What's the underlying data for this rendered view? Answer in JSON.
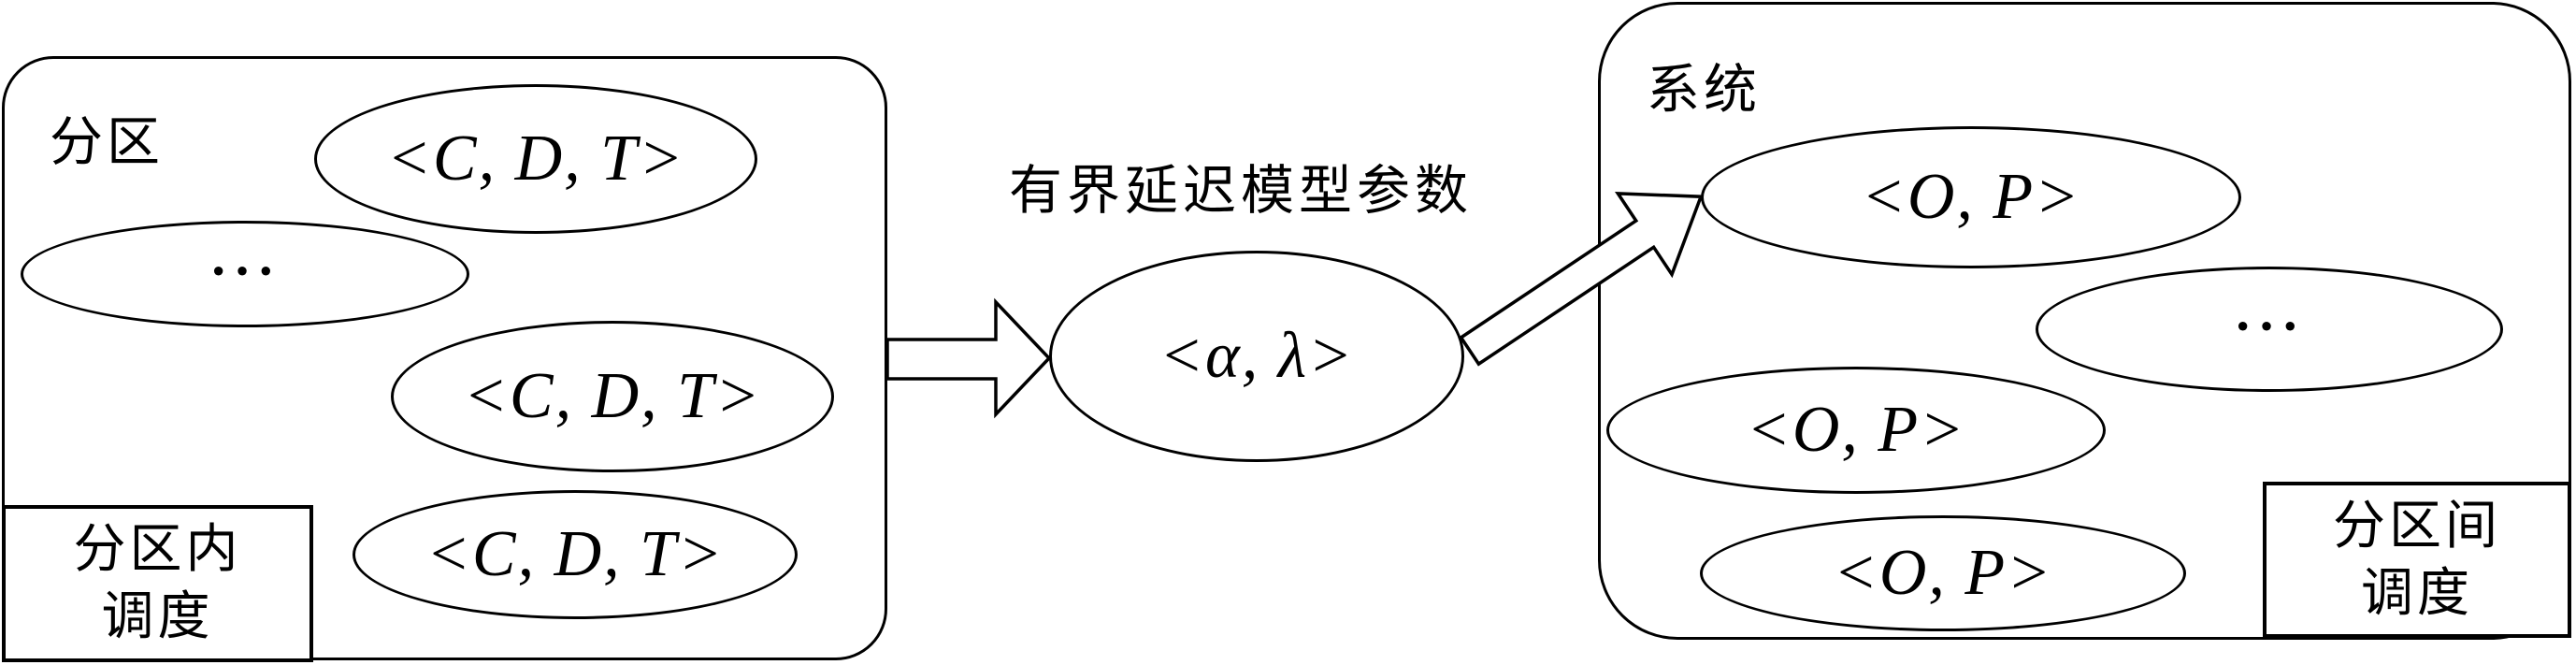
{
  "colors": {
    "stroke": "#000000",
    "background": "#ffffff"
  },
  "left_box": {
    "title": "分区",
    "ellipses": [
      {
        "label": "<C, D, T>"
      },
      {
        "label": "···"
      },
      {
        "label": "<C, D, T>"
      },
      {
        "label": "<C, D, T>"
      }
    ],
    "scheduler": {
      "line1": "分区内",
      "line2": "调度"
    }
  },
  "connector": {
    "caption": "有界延迟模型参数",
    "ellipse_label": "<α, λ>"
  },
  "right_box": {
    "title": "系统",
    "ellipses": [
      {
        "label": "<O, P>"
      },
      {
        "label": "···"
      },
      {
        "label": "<O, P>"
      },
      {
        "label": "<O, P>"
      }
    ],
    "scheduler": {
      "line1": "分区间",
      "line2": "调度"
    }
  }
}
